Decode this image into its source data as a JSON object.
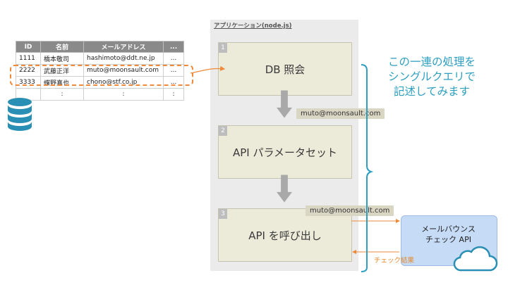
{
  "table": {
    "headers": [
      "ID",
      "名前",
      "メールアドレス",
      "..."
    ],
    "rows": [
      [
        "1111",
        "橋本敬司",
        "hashimoto@ddt.ne.jp",
        "..."
      ],
      [
        "2222",
        "武藤正洋",
        "muto@moonsault.com",
        "..."
      ],
      [
        "3333",
        "蝶野真也",
        "chono@stf.co.jp",
        "..."
      ],
      [
        "",
        ":",
        ":",
        ":"
      ]
    ]
  },
  "app": {
    "title": "アプリケーション(node.js)",
    "steps": [
      {
        "num": "1",
        "label": "DB 照会"
      },
      {
        "num": "2",
        "label": "API パラメータセット"
      },
      {
        "num": "3",
        "label": "API を呼び出し"
      }
    ]
  },
  "tags": {
    "email_1": "muto@moonsault.com",
    "email_2": "muto@moonsault.com"
  },
  "note": {
    "line1": "この一連の処理を",
    "line2": "シングルクエリで",
    "line3": "記述してみます"
  },
  "api": {
    "line1": "メールバウンス",
    "line2": "チェック API"
  },
  "check_result": "チェック結果",
  "colors": {
    "orange": "#ee8a3a",
    "blue_text": "#2e9fc0",
    "db_icon": "#2a8fb4",
    "cloud_fill": "#c6dbf5"
  }
}
